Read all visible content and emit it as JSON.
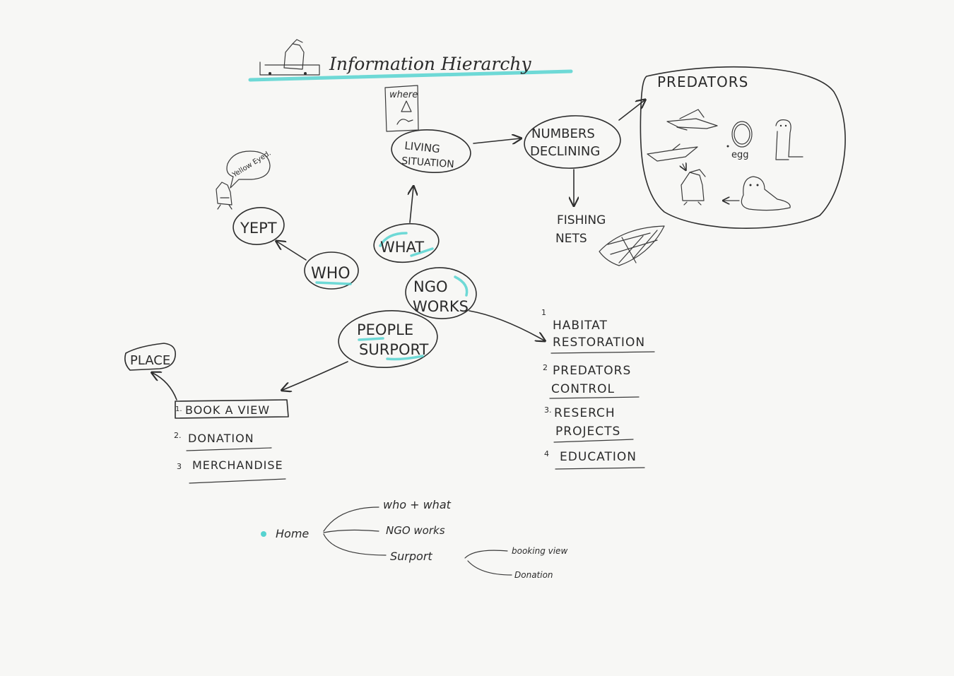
{
  "title": "Information Hierarchy",
  "nodes": {
    "where": "where",
    "yellow_eyed": "Yellow Eyed.",
    "living_situation": [
      "LIVING",
      "SITUATION"
    ],
    "numbers_declining": [
      "NUMBERS",
      "DECLINING"
    ],
    "predators": "PREDATORS",
    "egg": "egg",
    "fishing_nets": [
      "FISHING",
      "NETS"
    ],
    "yept": "YEPT",
    "what": "WHAT",
    "who": "WHO",
    "ngo_works": [
      "NGO",
      "WORKS"
    ],
    "people_surport": [
      "PEOPLE",
      "SURPORT"
    ],
    "place": "PLACE"
  },
  "support_list": [
    {
      "num": "1.",
      "label": "BOOK A VIEW"
    },
    {
      "num": "2.",
      "label": "DONATION"
    },
    {
      "num": "3",
      "label": "MERCHANDISE"
    }
  ],
  "ngo_list": [
    {
      "num": "1",
      "lines": [
        "HABITAT",
        "RESTORATION"
      ]
    },
    {
      "num": "2",
      "lines": [
        "PREDATORS",
        "CONTROL"
      ]
    },
    {
      "num": "3.",
      "lines": [
        "RESERCH",
        "PROJECTS"
      ]
    },
    {
      "num": "4",
      "lines": [
        "EDUCATION"
      ]
    }
  ],
  "sitemap": {
    "root": "Home",
    "children": [
      "who + what",
      "NGO works",
      "Surport"
    ],
    "surport_children": [
      "booking view",
      "Donation"
    ]
  },
  "colors": {
    "ink": "#2e2e2e",
    "highlight": "#56d3d0",
    "paper": "#f7f7f5"
  }
}
